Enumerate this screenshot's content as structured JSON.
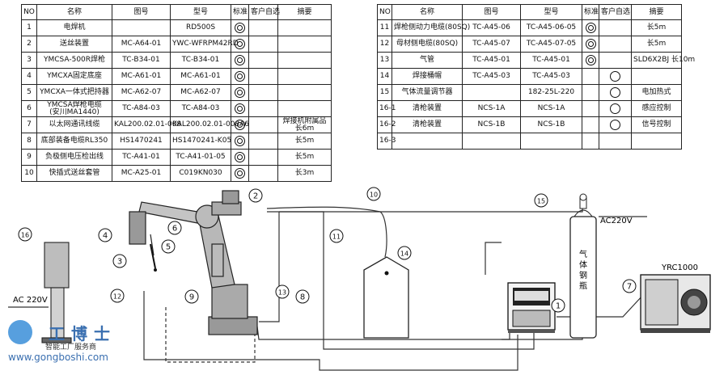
{
  "left_table": {
    "headers": [
      "NO",
      "名称",
      "图号",
      "型号",
      "标准",
      "客户自选",
      "摘要"
    ],
    "rows": [
      {
        "no": "1",
        "name": "电焊机",
        "drawing": "",
        "model": "RD500S",
        "std": "filled",
        "opt": "",
        "note": ""
      },
      {
        "no": "2",
        "name": "送丝装置",
        "drawing": "MC-A64-01",
        "model": "YWC-WFRPM42RD",
        "std": "filled",
        "opt": "",
        "note": ""
      },
      {
        "no": "3",
        "name": "YMCSA-500R焊枪",
        "drawing": "TC-B34-01",
        "model": "TC-B34-01",
        "std": "filled",
        "opt": "",
        "note": ""
      },
      {
        "no": "4",
        "name": "YMCXA固定底座",
        "drawing": "MC-A61-01",
        "model": "MC-A61-01",
        "std": "filled",
        "opt": "",
        "note": ""
      },
      {
        "no": "5",
        "name": "YMCXA一体式把持器",
        "drawing": "MC-A62-07",
        "model": "MC-A62-07",
        "std": "filled",
        "opt": "",
        "note": ""
      },
      {
        "no": "6",
        "name": "YMCSA焊枪电缆\n(安川MA1440)",
        "drawing": "TC-A84-03",
        "model": "TC-A84-03",
        "std": "filled",
        "opt": "",
        "note": ""
      },
      {
        "no": "7",
        "name": "以太网通讯线缆",
        "drawing": "KAL200.02.01-008",
        "model": "KAL200.02.01-008A6",
        "std": "filled",
        "opt": "",
        "note": "焊接机附属品\n长6m"
      },
      {
        "no": "8",
        "name": "底部装备电缆RL350",
        "drawing": "HS1470241",
        "model": "HS1470241-K05",
        "std": "filled",
        "opt": "",
        "note": "长5m"
      },
      {
        "no": "9",
        "name": "负极侧电压检出线",
        "drawing": "TC-A41-01",
        "model": "TC-A41-01-05",
        "std": "filled",
        "opt": "",
        "note": "长5m"
      },
      {
        "no": "10",
        "name": "快插式送丝套管",
        "drawing": "MC-A25-01",
        "model": "C019KN030",
        "std": "filled",
        "opt": "",
        "note": "长3m"
      }
    ]
  },
  "right_table": {
    "headers": [
      "NO",
      "名称",
      "图号",
      "型号",
      "标准",
      "客户自选",
      "摘要"
    ],
    "rows": [
      {
        "no": "11",
        "name": "焊枪侧动力电缆(80SQ)",
        "drawing": "TC-A45-06",
        "model": "TC-A45-06-05",
        "std": "filled",
        "opt": "",
        "note": "长5m"
      },
      {
        "no": "12",
        "name": "母材侧电缆(80SQ)",
        "drawing": "TC-A45-07",
        "model": "TC-A45-07-05",
        "std": "filled",
        "opt": "",
        "note": "长5m"
      },
      {
        "no": "13",
        "name": "气管",
        "drawing": "TC-A45-01",
        "model": "TC-A45-01",
        "std": "filled",
        "opt": "",
        "note": "SLD6X2BJ 长10m"
      },
      {
        "no": "14",
        "name": "焊接桶帽",
        "drawing": "TC-A45-03",
        "model": "TC-A45-03",
        "std": "",
        "opt": "empty",
        "note": ""
      },
      {
        "no": "15",
        "name": "气体流量调节器",
        "drawing": "",
        "model": "182-25L-220",
        "std": "",
        "opt": "empty",
        "note": "电加热式"
      },
      {
        "no": "16-1",
        "name": "清枪装置",
        "drawing": "NCS-1A",
        "model": "NCS-1A",
        "std": "",
        "opt": "empty",
        "note": "感应控制"
      },
      {
        "no": "16-2",
        "name": "清枪装置",
        "drawing": "NCS-1B",
        "model": "NCS-1B",
        "std": "",
        "opt": "empty",
        "note": "信号控制"
      },
      {
        "no": "16-3",
        "name": "",
        "drawing": "",
        "model": "",
        "std": "",
        "opt": "",
        "note": ""
      }
    ]
  },
  "diagram": {
    "callouts": [
      "1",
      "2",
      "3",
      "4",
      "5",
      "6",
      "7",
      "8",
      "9",
      "10",
      "11",
      "12",
      "13",
      "14",
      "15",
      "16"
    ],
    "ac_left": "AC 220V",
    "ac_right": "AC220V",
    "gas_cylinder_label": "气\n体\n钢\n瓶",
    "controller_label": "YRC1000"
  },
  "watermark": {
    "logo_text": "工博士",
    "subtitle": "智能工厂服务商",
    "url": "www.gongboshi.com"
  }
}
